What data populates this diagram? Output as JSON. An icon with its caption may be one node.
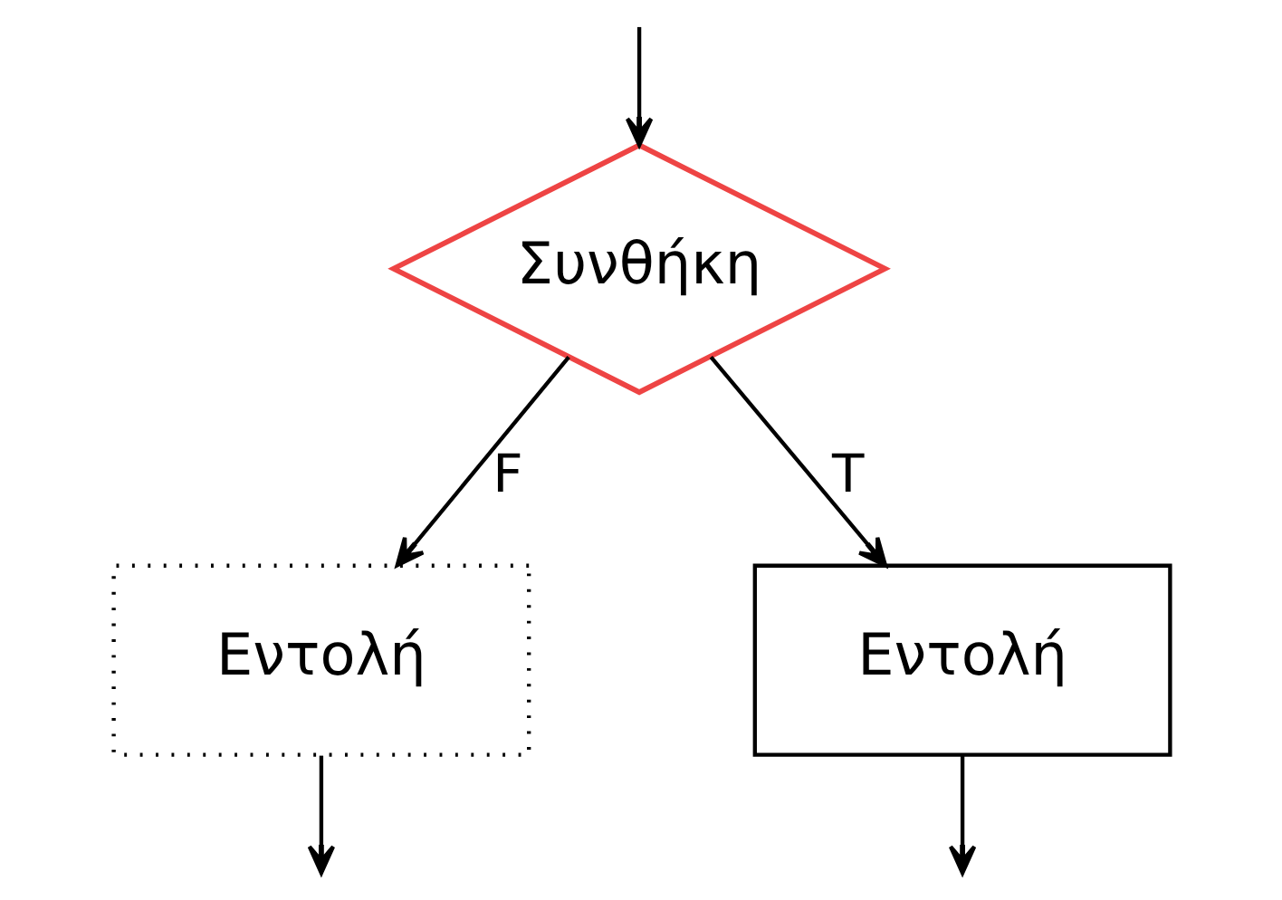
{
  "diagram": {
    "nodes": [
      {
        "text": [
          "Συνθήκη"
        ]
      },
      {
        "text": [
          "Εντολή"
        ]
      },
      {
        "text": [
          "Εντολή"
        ]
      }
    ],
    "edges": [
      {
        "from": null,
        "to": 0,
        "arrow": "to"
      },
      {
        "from": 0,
        "to": 1,
        "arrow": "to",
        "label": "F"
      },
      {
        "from": 0,
        "to": 2,
        "arrow": "to",
        "label": "T"
      },
      {
        "from": 1,
        "to": null,
        "arrow": "to"
      },
      {
        "from": 2,
        "to": null,
        "arrow": "to"
      }
    ]
  }
}
